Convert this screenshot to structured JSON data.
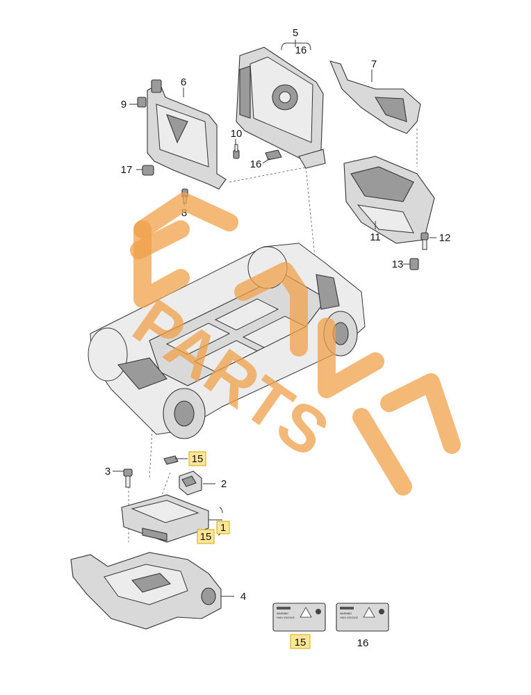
{
  "callouts": {
    "c1": "1",
    "c2": "2",
    "c3": "3",
    "c4": "4",
    "c5": "5",
    "c5b": "16",
    "c6": "6",
    "c7": "7",
    "c8": "8",
    "c9": "9",
    "c10": "10",
    "c11": "11",
    "c12": "12",
    "c13": "13",
    "c16a": "16",
    "c17": "17",
    "c15a": "15",
    "c15b": "15",
    "c15c": "15",
    "c16c": "16"
  },
  "labels": {
    "warning_line1": "WARNING",
    "warning_line2": "HIGH VOLTAGE"
  },
  "watermark": {
    "word": "PARTS"
  },
  "colors": {
    "highlight": "#fbe69a",
    "watermark": "#f0a04a"
  }
}
